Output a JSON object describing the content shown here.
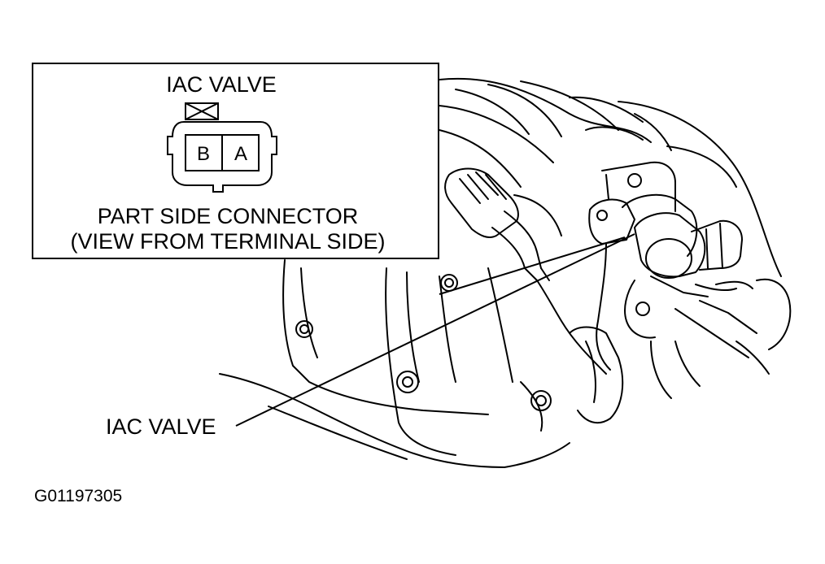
{
  "inset": {
    "title": "IAC VALVE",
    "connector": {
      "terminals": [
        "B",
        "A"
      ]
    },
    "caption_line1": "PART SIDE CONNECTOR",
    "caption_line2": "(VIEW FROM TERMINAL SIDE)"
  },
  "callout": {
    "label": "IAC VALVE"
  },
  "figure_id": "G01197305"
}
